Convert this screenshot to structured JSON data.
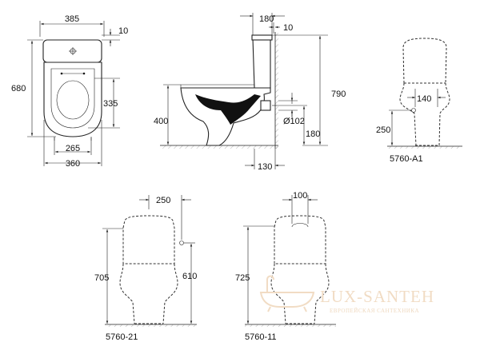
{
  "view_top": {
    "width_tank": "385",
    "offset": "10",
    "length": "680",
    "seat_depth": "335",
    "foot_width": "265",
    "width_total": "360"
  },
  "view_side": {
    "tank_depth": "180",
    "offset": "10",
    "total_height": "790",
    "seat_height": "400",
    "outlet_diameter": "Ø102",
    "outlet_height": "180",
    "wall_offset": "130"
  },
  "view_a1": {
    "inlet_spacing": "140",
    "inlet_height": "250",
    "model": "5760-A1"
  },
  "view_21": {
    "inlet_offset": "250",
    "total_height": "705",
    "inlet_height": "610",
    "model": "5760-21"
  },
  "view_11": {
    "inlet_offset": "100",
    "total_height": "725",
    "model": "5760-11"
  },
  "watermark": {
    "brand": "LUX-SANTEH",
    "tagline": "ЕВРОПЕЙСКАЯ САНТЕХНИКА"
  }
}
